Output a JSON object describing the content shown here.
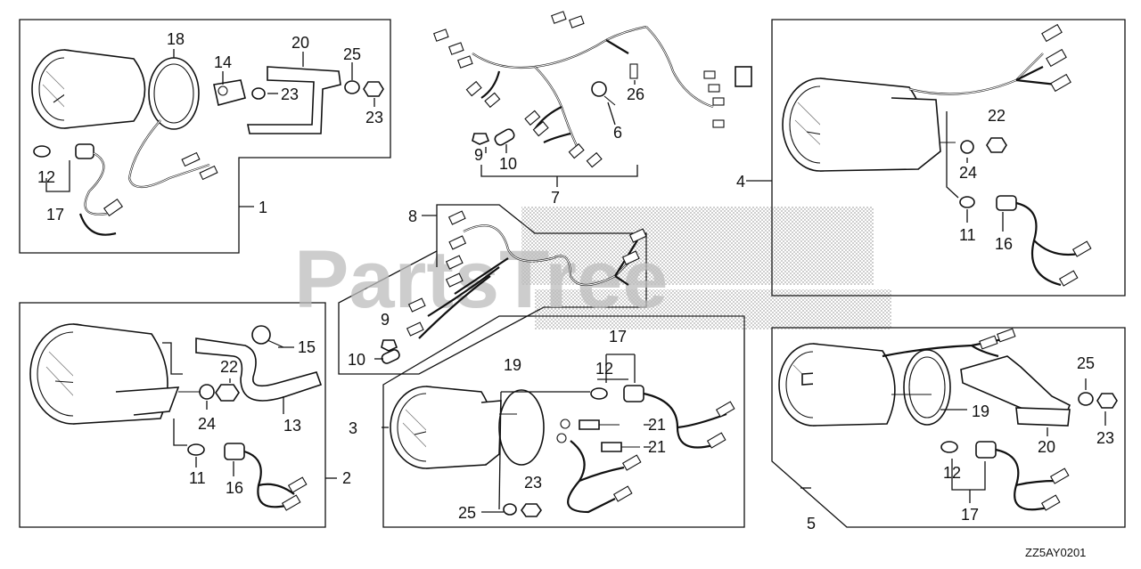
{
  "diagram": {
    "watermark_text": "PartsTree",
    "drawing_code": "ZZ5AY0201",
    "colors": {
      "ink": "#111111",
      "watermark": "#bdbdbd",
      "background": "#ffffff"
    },
    "callouts": {
      "c1": "1",
      "c2": "2",
      "c3": "3",
      "c4": "4",
      "c5": "5",
      "c6": "6",
      "c7": "7",
      "c8": "8",
      "c9a": "9",
      "c9b": "9",
      "c10a": "10",
      "c10b": "10",
      "c11a": "11",
      "c11b": "11",
      "c12a": "12",
      "c12b": "12",
      "c12c": "12",
      "c13": "13",
      "c14": "14",
      "c15": "15",
      "c16a": "16",
      "c16b": "16",
      "c17a": "17",
      "c17b": "17",
      "c17c": "17",
      "c18": "18",
      "c19a": "19",
      "c19b": "19",
      "c20a": "20",
      "c20b": "20",
      "c21a": "21",
      "c21b": "21",
      "c22a": "22",
      "c22b": "22",
      "c23a": "23",
      "c23b": "23",
      "c23c": "23",
      "c23d": "23",
      "c24a": "24",
      "c24b": "24",
      "c25a": "25",
      "c25b": "25",
      "c25c": "25",
      "c26": "26"
    }
  }
}
